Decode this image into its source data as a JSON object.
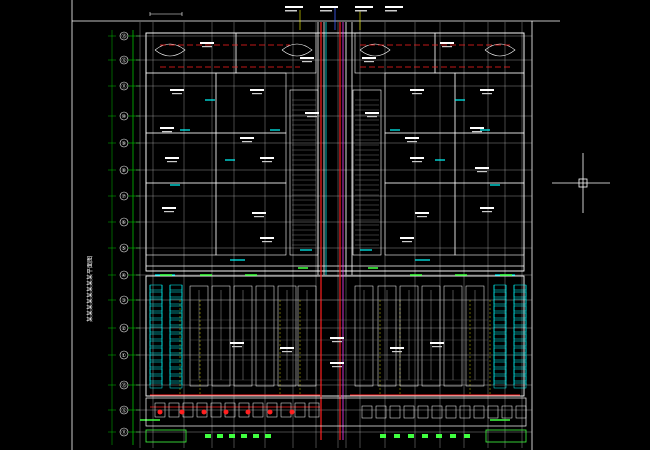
{
  "viewport": {
    "background": "#000000"
  },
  "colors": {
    "grid": "#c8c8c8",
    "wall": "#ffffff",
    "axis": "#00c000",
    "pipe_red": "#ff2020",
    "pipe_cyan": "#00ffff",
    "pipe_yellow": "#ffff00",
    "pipe_magenta": "#ff40ff",
    "pipe_green": "#40ff40",
    "pipe_blue": "#4060ff",
    "crosshair": "#ffffff"
  },
  "drawing": {
    "vertical_title": "某某某某某某某某平面图",
    "axis_bubbles": [
      "⑬",
      "⑫",
      "⑪",
      "⑩",
      "⑨",
      "⑧",
      "⑦",
      "⑥",
      "⑤",
      "④",
      "③",
      "②",
      "①"
    ]
  },
  "cursor": {
    "icon": "crosshair-cursor-icon"
  }
}
